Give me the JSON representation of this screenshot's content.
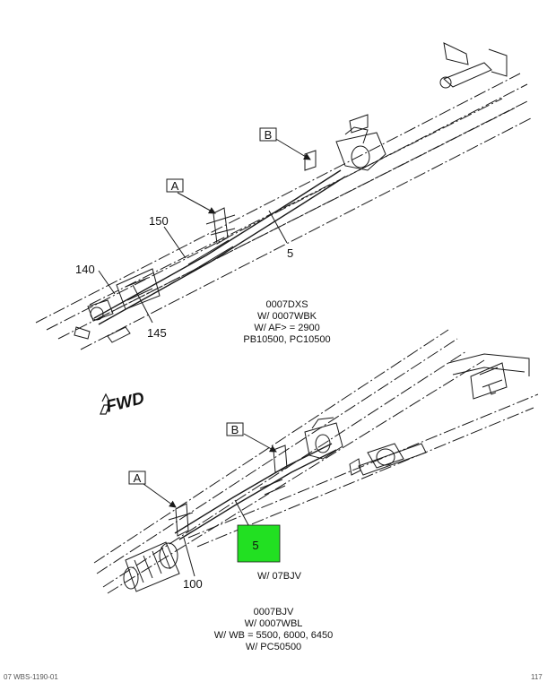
{
  "upper_view": {
    "callouts": {
      "a": "A",
      "b": "B",
      "p150": "150",
      "p140": "140",
      "p145": "145",
      "p5": "5"
    },
    "notes": [
      "0007DXS",
      "W/ 0007WBK",
      "W/ AF> = 2900",
      "PB10500, PC10500"
    ]
  },
  "lower_view": {
    "fwd": "FWD",
    "callouts": {
      "a": "A",
      "b": "B",
      "p100": "100",
      "p5_highlight": "5"
    },
    "side_note": "W/ 07BJV",
    "notes": [
      "0007BJV",
      "W/ 0007WBL",
      "W/ WB = 5500, 6000, 6450",
      "W/ PC50500"
    ]
  },
  "colors": {
    "highlight": "#22e022",
    "line": "#1a1a1a"
  },
  "footer": {
    "left": "07 WBS-1190-01",
    "right": "117"
  }
}
